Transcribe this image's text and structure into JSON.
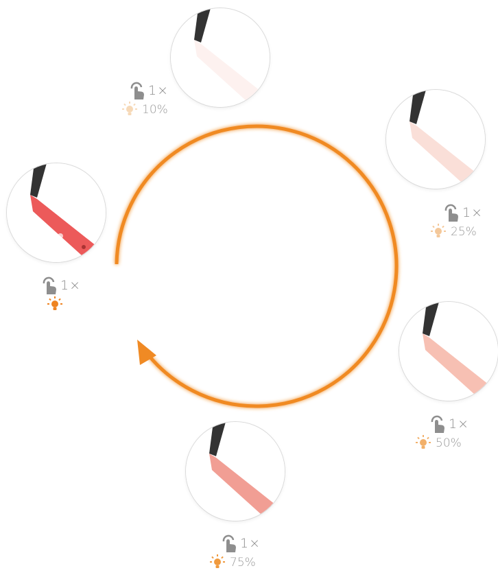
{
  "colors": {
    "arrow": "#F08A24",
    "hand": "#8E8E8E",
    "text": "#9A9A9A",
    "strip_dark": "#3a3a3a"
  },
  "steps": [
    {
      "count": "1×",
      "level": "10%",
      "bulb_color": "#F6D9B8",
      "glow": "#FBE6E2"
    },
    {
      "count": "1×",
      "level": "25%",
      "bulb_color": "#F4C89A",
      "glow": "#F8D2C8"
    },
    {
      "count": "1×",
      "level": "50%",
      "bulb_color": "#F2B06A",
      "glow": "#F5B0A0"
    },
    {
      "count": "1×",
      "level": "75%",
      "bulb_color": "#F09A3E",
      "glow": "#F09488"
    },
    {
      "count": "1×",
      "level": "",
      "bulb_color": "#EE8422",
      "glow": "#EC5A5A"
    }
  ],
  "icons": {
    "hand": "tap-hand-icon",
    "bulb": "light-bulb-icon",
    "arrow": "cycle-arrow"
  }
}
